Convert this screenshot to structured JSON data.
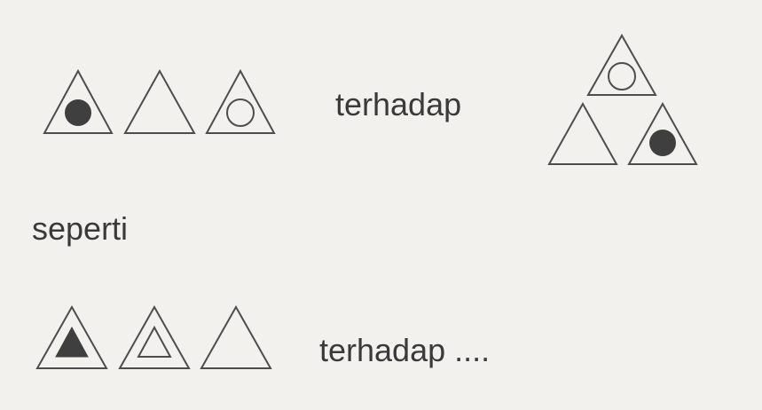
{
  "labels": {
    "first_relation": "terhadap",
    "analogy": "seperti",
    "second_relation": "terhadap ...."
  },
  "colors": {
    "background": "#f3f1ed",
    "stroke": "#4d4d4d",
    "fill_dark": "#3f3f3f",
    "text": "#3a3a3a"
  },
  "icons": [
    "triangle-with-filled-circle-icon",
    "empty-triangle-icon",
    "triangle-with-hollow-circle-icon",
    "triangle-with-filled-triangle-icon",
    "triangle-with-hollow-triangle-icon"
  ]
}
